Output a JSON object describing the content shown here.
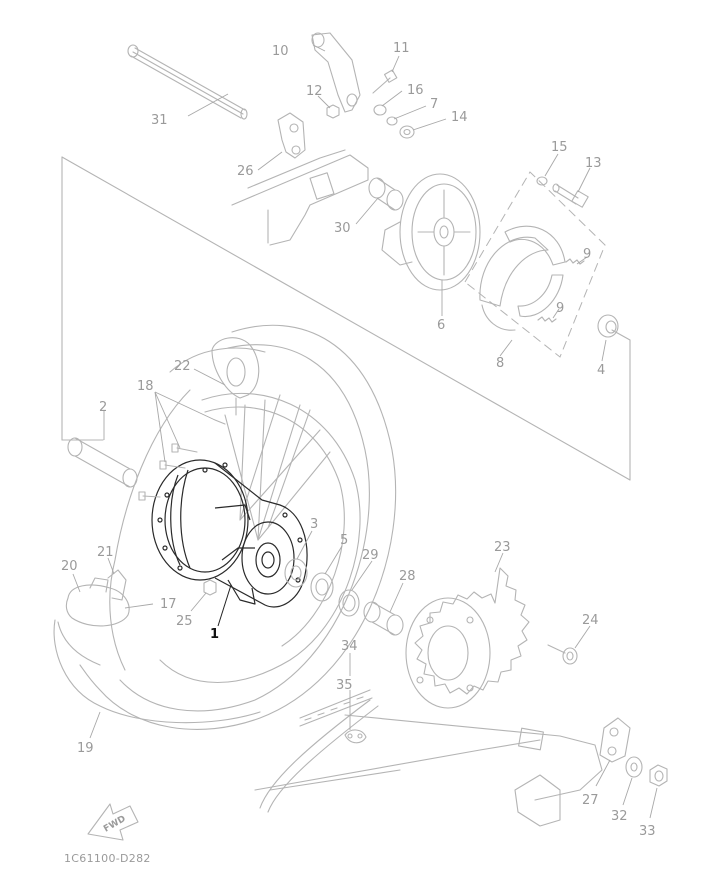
{
  "diagram": {
    "document_code": "1C61100-D282",
    "direction_label": "FWD",
    "callouts": {
      "p1": "1",
      "p2": "2",
      "p3": "3",
      "p4": "4",
      "p5": "5",
      "p6": "6",
      "p7": "7",
      "p8": "8",
      "p9a": "9",
      "p9b": "9",
      "p10": "10",
      "p11": "11",
      "p12": "12",
      "p13": "13",
      "p14": "14",
      "p15": "15",
      "p16": "16",
      "p17": "17",
      "p18": "18",
      "p19": "19",
      "p20": "20",
      "p21": "21",
      "p22": "22",
      "p23": "23",
      "p24": "24",
      "p25": "25",
      "p26": "26",
      "p27": "27",
      "p28": "28",
      "p29": "29",
      "p30": "30",
      "p31": "31",
      "p32": "32",
      "p33": "33",
      "p34": "34",
      "p35": "35"
    }
  }
}
